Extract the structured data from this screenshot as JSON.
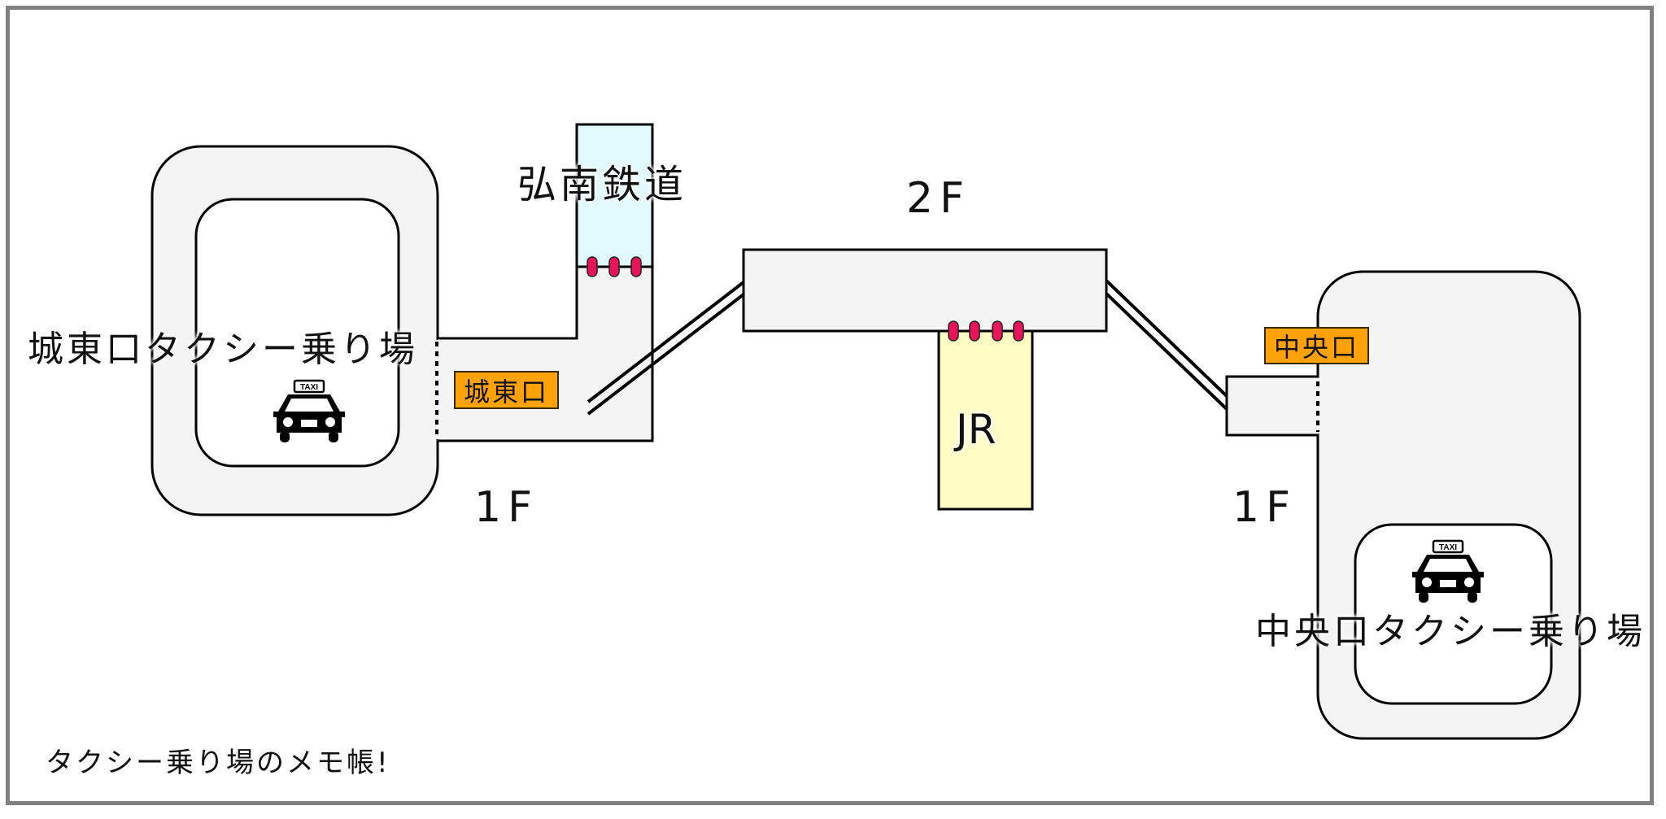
{
  "title": "タクシー乗り場のメモ帳!",
  "stations": {
    "konan": "弘南鉄道",
    "jr": "JR"
  },
  "floors": {
    "upper": "2F",
    "lower_left": "1F",
    "lower_right": "1F"
  },
  "exits": {
    "east": "城東口",
    "central": "中央口"
  },
  "taxi_stands": {
    "east": "城東口タクシー乗り場",
    "central": "中央口タクシー乗り場"
  },
  "taxi_sign_text": "TAXI",
  "colors": {
    "exit_sign": "#ffa20a",
    "konan_fill": "#e0fafe",
    "jr_fill": "#fffcc4",
    "gate_marker": "#e8145a",
    "floor_fill": "#f4f4f4"
  }
}
